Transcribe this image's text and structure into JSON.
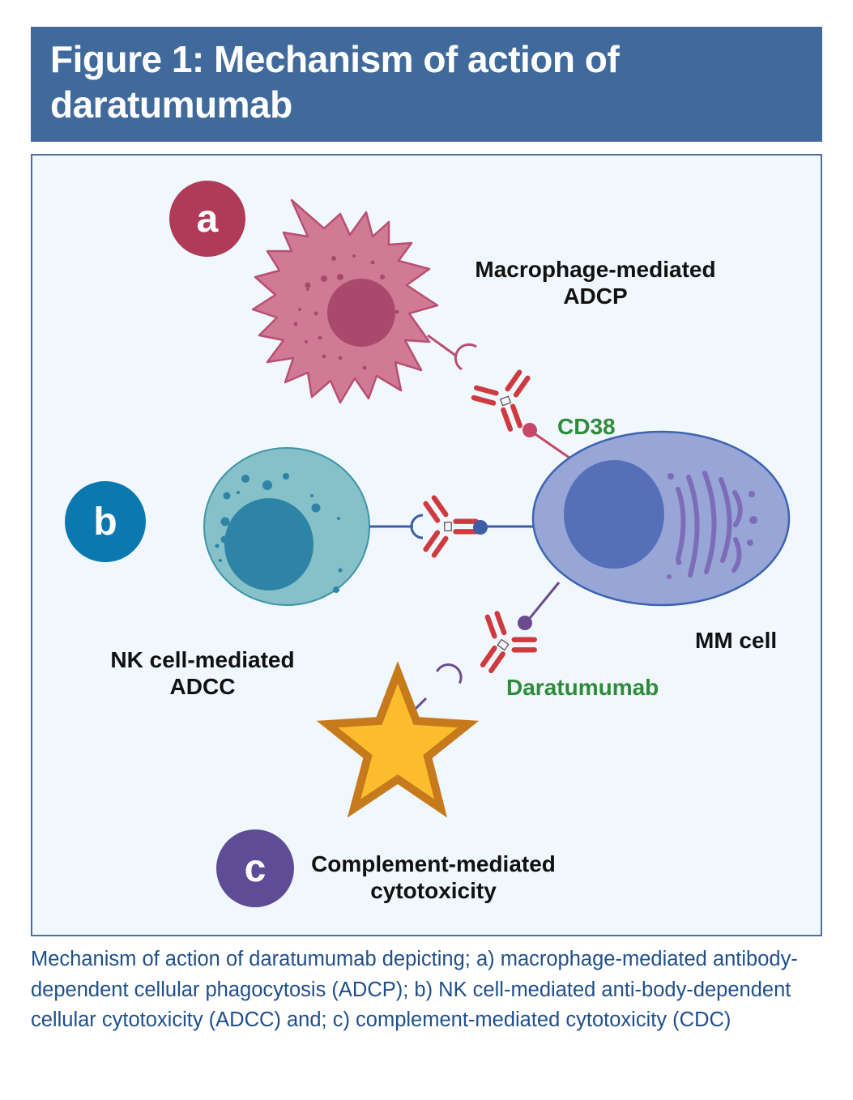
{
  "figure": {
    "title_line1": "Figure 1: Mechanism of action of",
    "title_line2": "daratumumab",
    "colors": {
      "title_bg": "#406a9c",
      "panel_bg": "#f0f7fd",
      "panel_border": "#4f6fa6",
      "macrophage": "#d07a96",
      "nk_cell": "#86c0c8",
      "mm_cell": "#97a6d6",
      "antibody": "#cf3a3f",
      "complement_star": "#fbbd2e",
      "green_label": "#2e8b3a",
      "caption_text": "#1f4f8b"
    }
  },
  "badges": {
    "a": {
      "letter": "a",
      "color": "#b03b58"
    },
    "b": {
      "letter": "b",
      "color": "#0b78b0"
    },
    "c": {
      "letter": "c",
      "color": "#5f4c96"
    }
  },
  "labels": {
    "macrophage_line1": "Macrophage-mediated",
    "macrophage_line2": "ADCP",
    "cd38": "CD38",
    "nk_line1": "NK cell-mediated",
    "nk_line2": "ADCC",
    "mm_cell": "MM cell",
    "daratumumab": "Daratumumab",
    "complement_line1": "Complement-mediated",
    "complement_line2": "cytotoxicity"
  },
  "caption": "Mechanism of action of daratumumab depicting; a) macrophage-mediated antibody-dependent cellular phagocytosis (ADCP); b) NK cell-mediated anti-body-dependent cellular cytotoxicity (ADCC) and; c) complement-mediated cytotoxicity (CDC)"
}
